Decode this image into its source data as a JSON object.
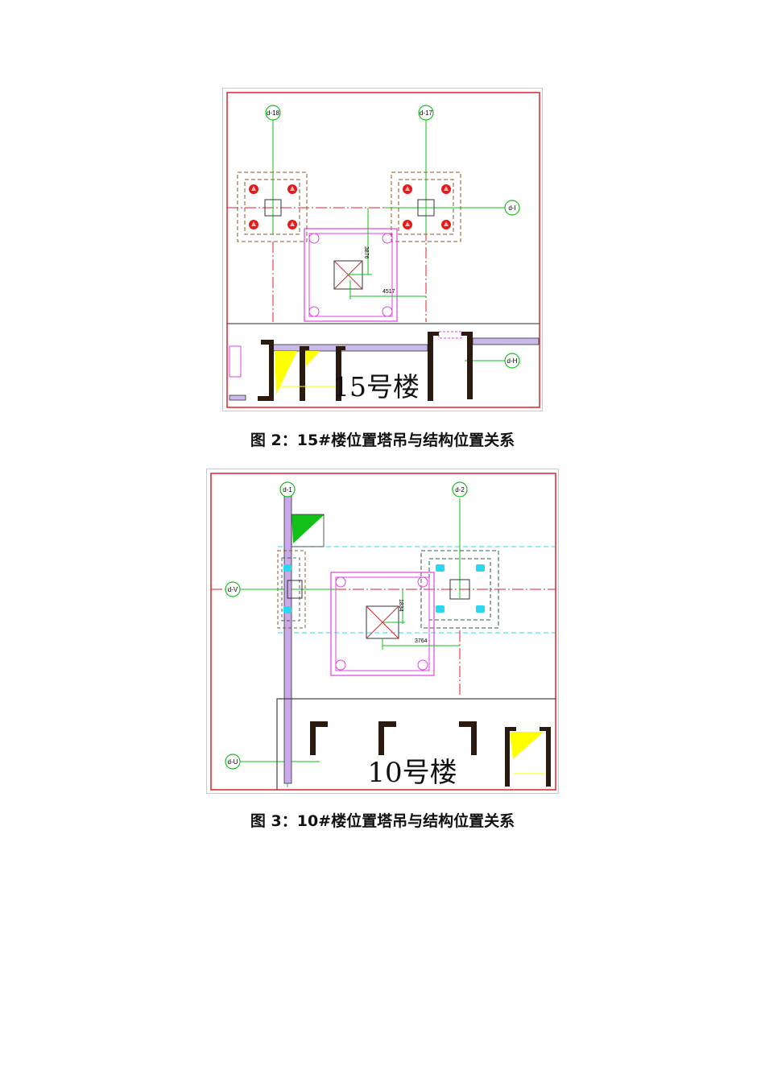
{
  "figure2": {
    "axis_labels": {
      "top_left": "d-18",
      "top_right": "d-17",
      "right_upper": "d-I",
      "right_lower": "d-H"
    },
    "dimension_vertical": "3876",
    "dimension_horizontal": "4517",
    "building_label": "15号楼",
    "caption": "图 2：15#楼位置塔吊与结构位置关系"
  },
  "figure3": {
    "axis_labels": {
      "top_left": "d-1",
      "top_right": "d-2",
      "left_upper": "d-V",
      "left_lower": "d-U"
    },
    "dimension_vertical": "1834",
    "dimension_horizontal": "3764",
    "building_label": "10号楼",
    "caption": "图 3：10#楼位置塔吊与结构位置关系"
  },
  "colors": {
    "border_red": "#e2202a",
    "grid_green": "#13c01a",
    "crane_magenta": "#e040e0",
    "foundation_brown": "#8a5a2a",
    "pile_red": "#e51b1b",
    "pile_cyan": "#28d8f0",
    "wall_dark": "#2a1a10",
    "highlight_yellow": "#ffff00"
  }
}
